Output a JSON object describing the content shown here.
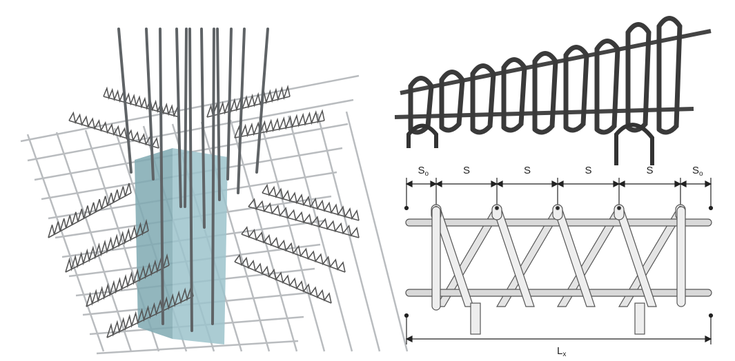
{
  "dimension_labels": {
    "spacing_end": "S",
    "spacing_end_sub": "o",
    "spacing": "S",
    "total_length": "L",
    "total_length_sub": "x"
  },
  "colors": {
    "column": "#7fa9b2",
    "rebar_dark": "#3a3a3a",
    "bar_fill": "#e4e4e4"
  }
}
